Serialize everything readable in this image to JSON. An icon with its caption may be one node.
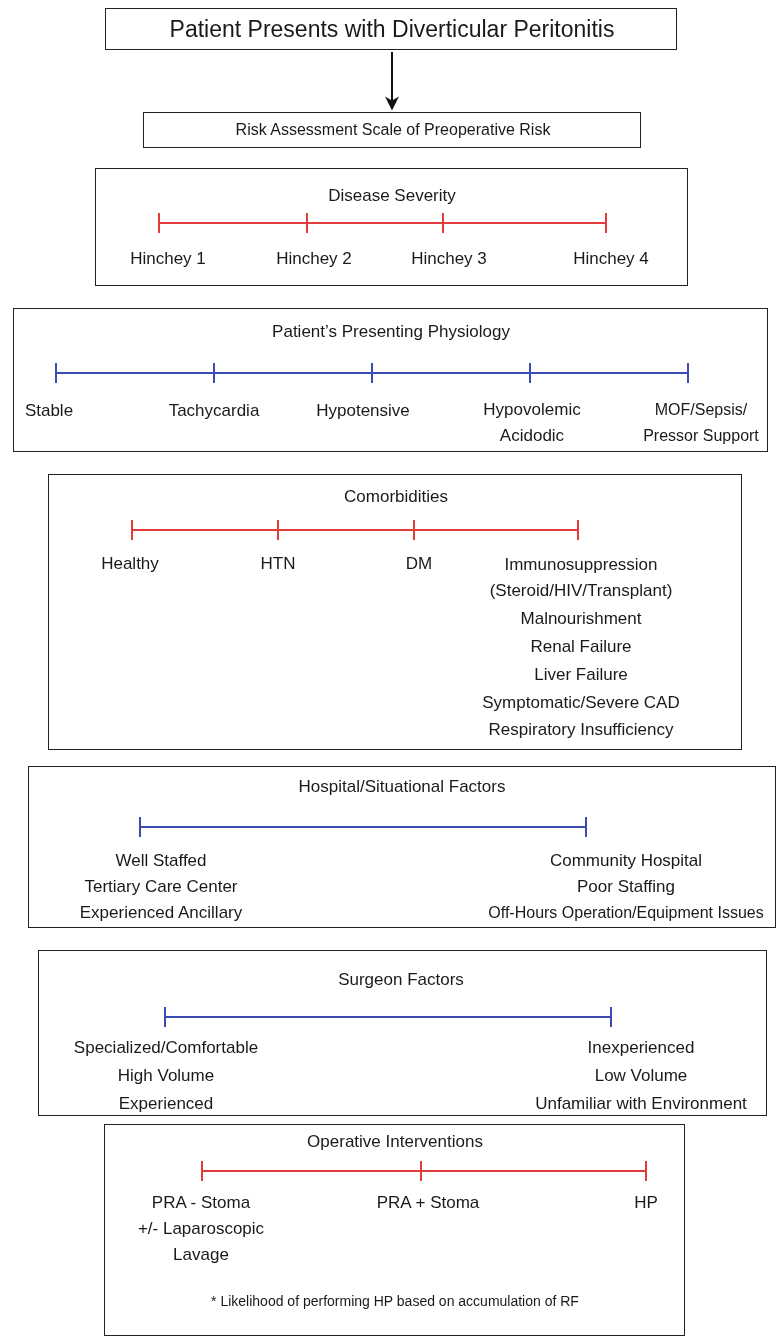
{
  "diagram": {
    "nodes": [
      {
        "text": [
          "Patient Presents with Diverticular Peritonitis"
        ]
      },
      {
        "text": [
          "Risk Assessment Scale of Preoperative Risk"
        ]
      },
      {
        "text": [
          "Disease Severity",
          "Hinchey 1",
          "Hinchey 2",
          "Hinchey 3",
          "Hinchey 4"
        ]
      },
      {
        "text": [
          "Patient’s Presenting Physiology",
          "Stable",
          "Tachycardia",
          "Hypotensive",
          "Hypovolemic Acidodic",
          "MOF/Sepsis/ Pressor Support"
        ]
      },
      {
        "text": [
          "Comorbidities",
          "Healthy",
          "HTN",
          "DM",
          "Immunosuppression (Steroid/HIV/Transplant)",
          "Malnourishment",
          "Renal Failure",
          "Liver Failure",
          "Symptomatic/Severe CAD",
          "Respiratory Insufficiency"
        ]
      },
      {
        "text": [
          "Hospital/Situational Factors",
          "Well Staffed",
          "Tertiary Care Center",
          "Experienced Ancillary",
          "Community Hospital",
          "Poor Staffing",
          "Off-Hours Operation/Equipment Issues"
        ]
      },
      {
        "text": [
          "Surgeon Factors",
          "Specialized/Comfortable",
          "High Volume",
          "Experienced",
          "Inexperienced",
          "Low Volume",
          "Unfamiliar with Environment"
        ]
      },
      {
        "text": [
          "Operative Interventions",
          "PRA - Stoma",
          "+/- Laparoscopic Lavage",
          "PRA + Stoma",
          "HP",
          "* Likelihood of performing HP based on accumulation of RF"
        ]
      }
    ],
    "edges": [
      {
        "from": 0,
        "to": 1,
        "arrow": "to"
      }
    ]
  }
}
